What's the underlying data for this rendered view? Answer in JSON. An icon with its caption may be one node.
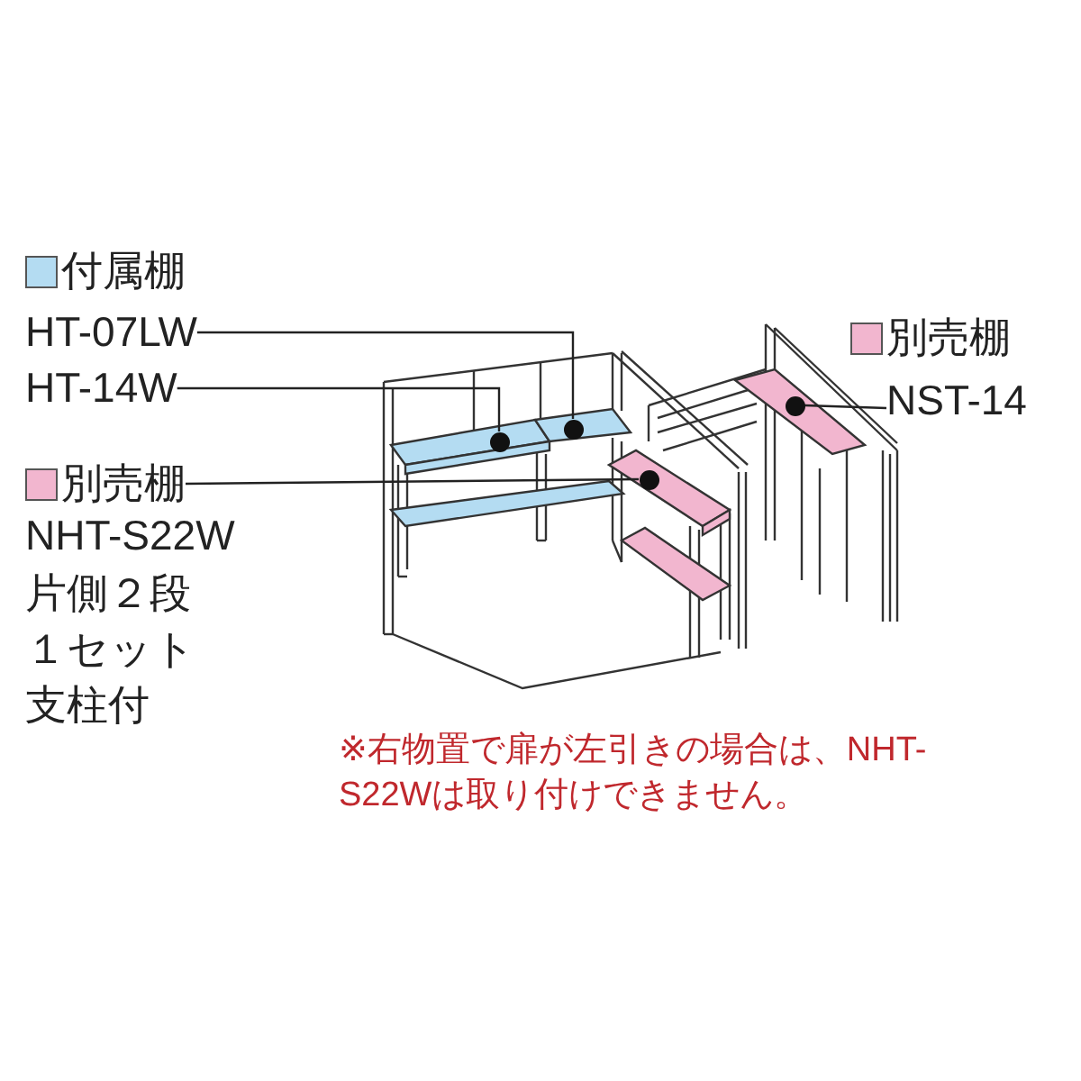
{
  "diagram": {
    "nodes": [
      {
        "text": [
          "HT-07LW"
        ]
      },
      {
        "text": [
          "HT-14W"
        ]
      },
      {
        "text": [
          "別売棚"
        ]
      },
      {
        "text": [
          "NST-14"
        ]
      },
      {
        "text": [],
        "shape": "circle"
      },
      {
        "text": [],
        "shape": "circle"
      },
      {
        "text": [],
        "shape": "circle"
      },
      {
        "text": [],
        "shape": "circle"
      }
    ],
    "edges": [
      {
        "from": 0,
        "to": 4,
        "arrow": "none"
      },
      {
        "from": 1,
        "to": 5,
        "arrow": "none"
      },
      {
        "from": 2,
        "to": 6,
        "arrow": "none"
      },
      {
        "from": 3,
        "to": 7,
        "arrow": "none"
      }
    ],
    "labels": [
      "NHT-S22W",
      "片側２段",
      "１セット",
      "支柱付",
      "※右物置で扉が左引きの場合は、NHT-S22Wは取り付けできません。"
    ],
    "legend": [
      {
        "text": "付属棚",
        "color": "#b4dcf2"
      },
      {
        "text": "別売棚",
        "color": "#f2b6cf"
      }
    ]
  }
}
